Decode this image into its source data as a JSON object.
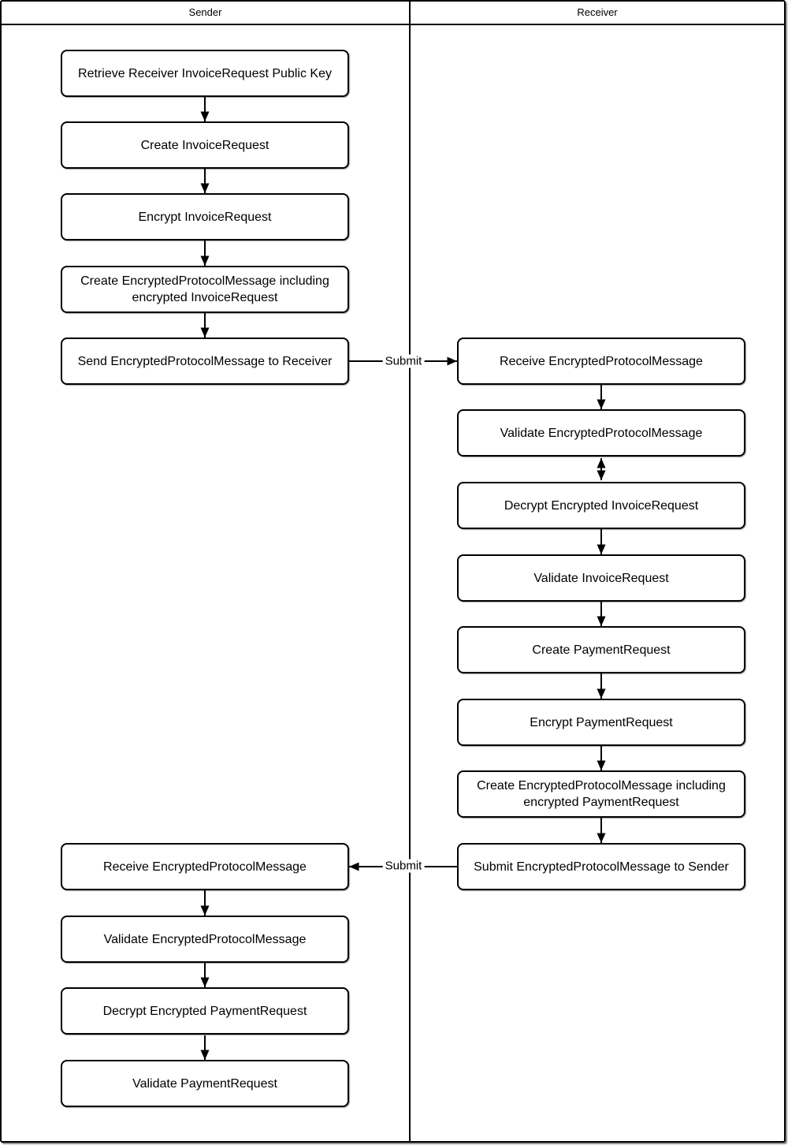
{
  "lanes": {
    "sender": {
      "label": "Sender",
      "boxes": [
        {
          "label": "Retrieve Receiver InvoiceRequest Public Key"
        },
        {
          "label": "Create InvoiceRequest"
        },
        {
          "label": "Encrypt InvoiceRequest"
        },
        {
          "label": "Create EncryptedProtocolMessage including encrypted InvoiceRequest"
        },
        {
          "label": "Send EncryptedProtocolMessage to Receiver"
        },
        {
          "label": "Receive EncryptedProtocolMessage"
        },
        {
          "label": "Validate EncryptedProtocolMessage"
        },
        {
          "label": "Decrypt Encrypted PaymentRequest"
        },
        {
          "label": "Validate PaymentRequest"
        }
      ]
    },
    "receiver": {
      "label": "Receiver",
      "boxes": [
        {
          "label": "Receive EncryptedProtocolMessage"
        },
        {
          "label": "Validate EncryptedProtocolMessage"
        },
        {
          "label": "Decrypt Encrypted InvoiceRequest"
        },
        {
          "label": "Validate InvoiceRequest"
        },
        {
          "label": "Create PaymentRequest"
        },
        {
          "label": "Encrypt PaymentRequest"
        },
        {
          "label": "Create EncryptedProtocolMessage including encrypted PaymentRequest"
        },
        {
          "label": "Submit EncryptedProtocolMessage to Sender"
        }
      ]
    }
  },
  "edges": {
    "submit_top": {
      "label": "Submit"
    },
    "submit_bottom": {
      "label": "Submit"
    }
  },
  "colors": {
    "line": "#000000",
    "node_border": "#000000",
    "node_fill": "#ffffff",
    "background": "#ffffff"
  }
}
